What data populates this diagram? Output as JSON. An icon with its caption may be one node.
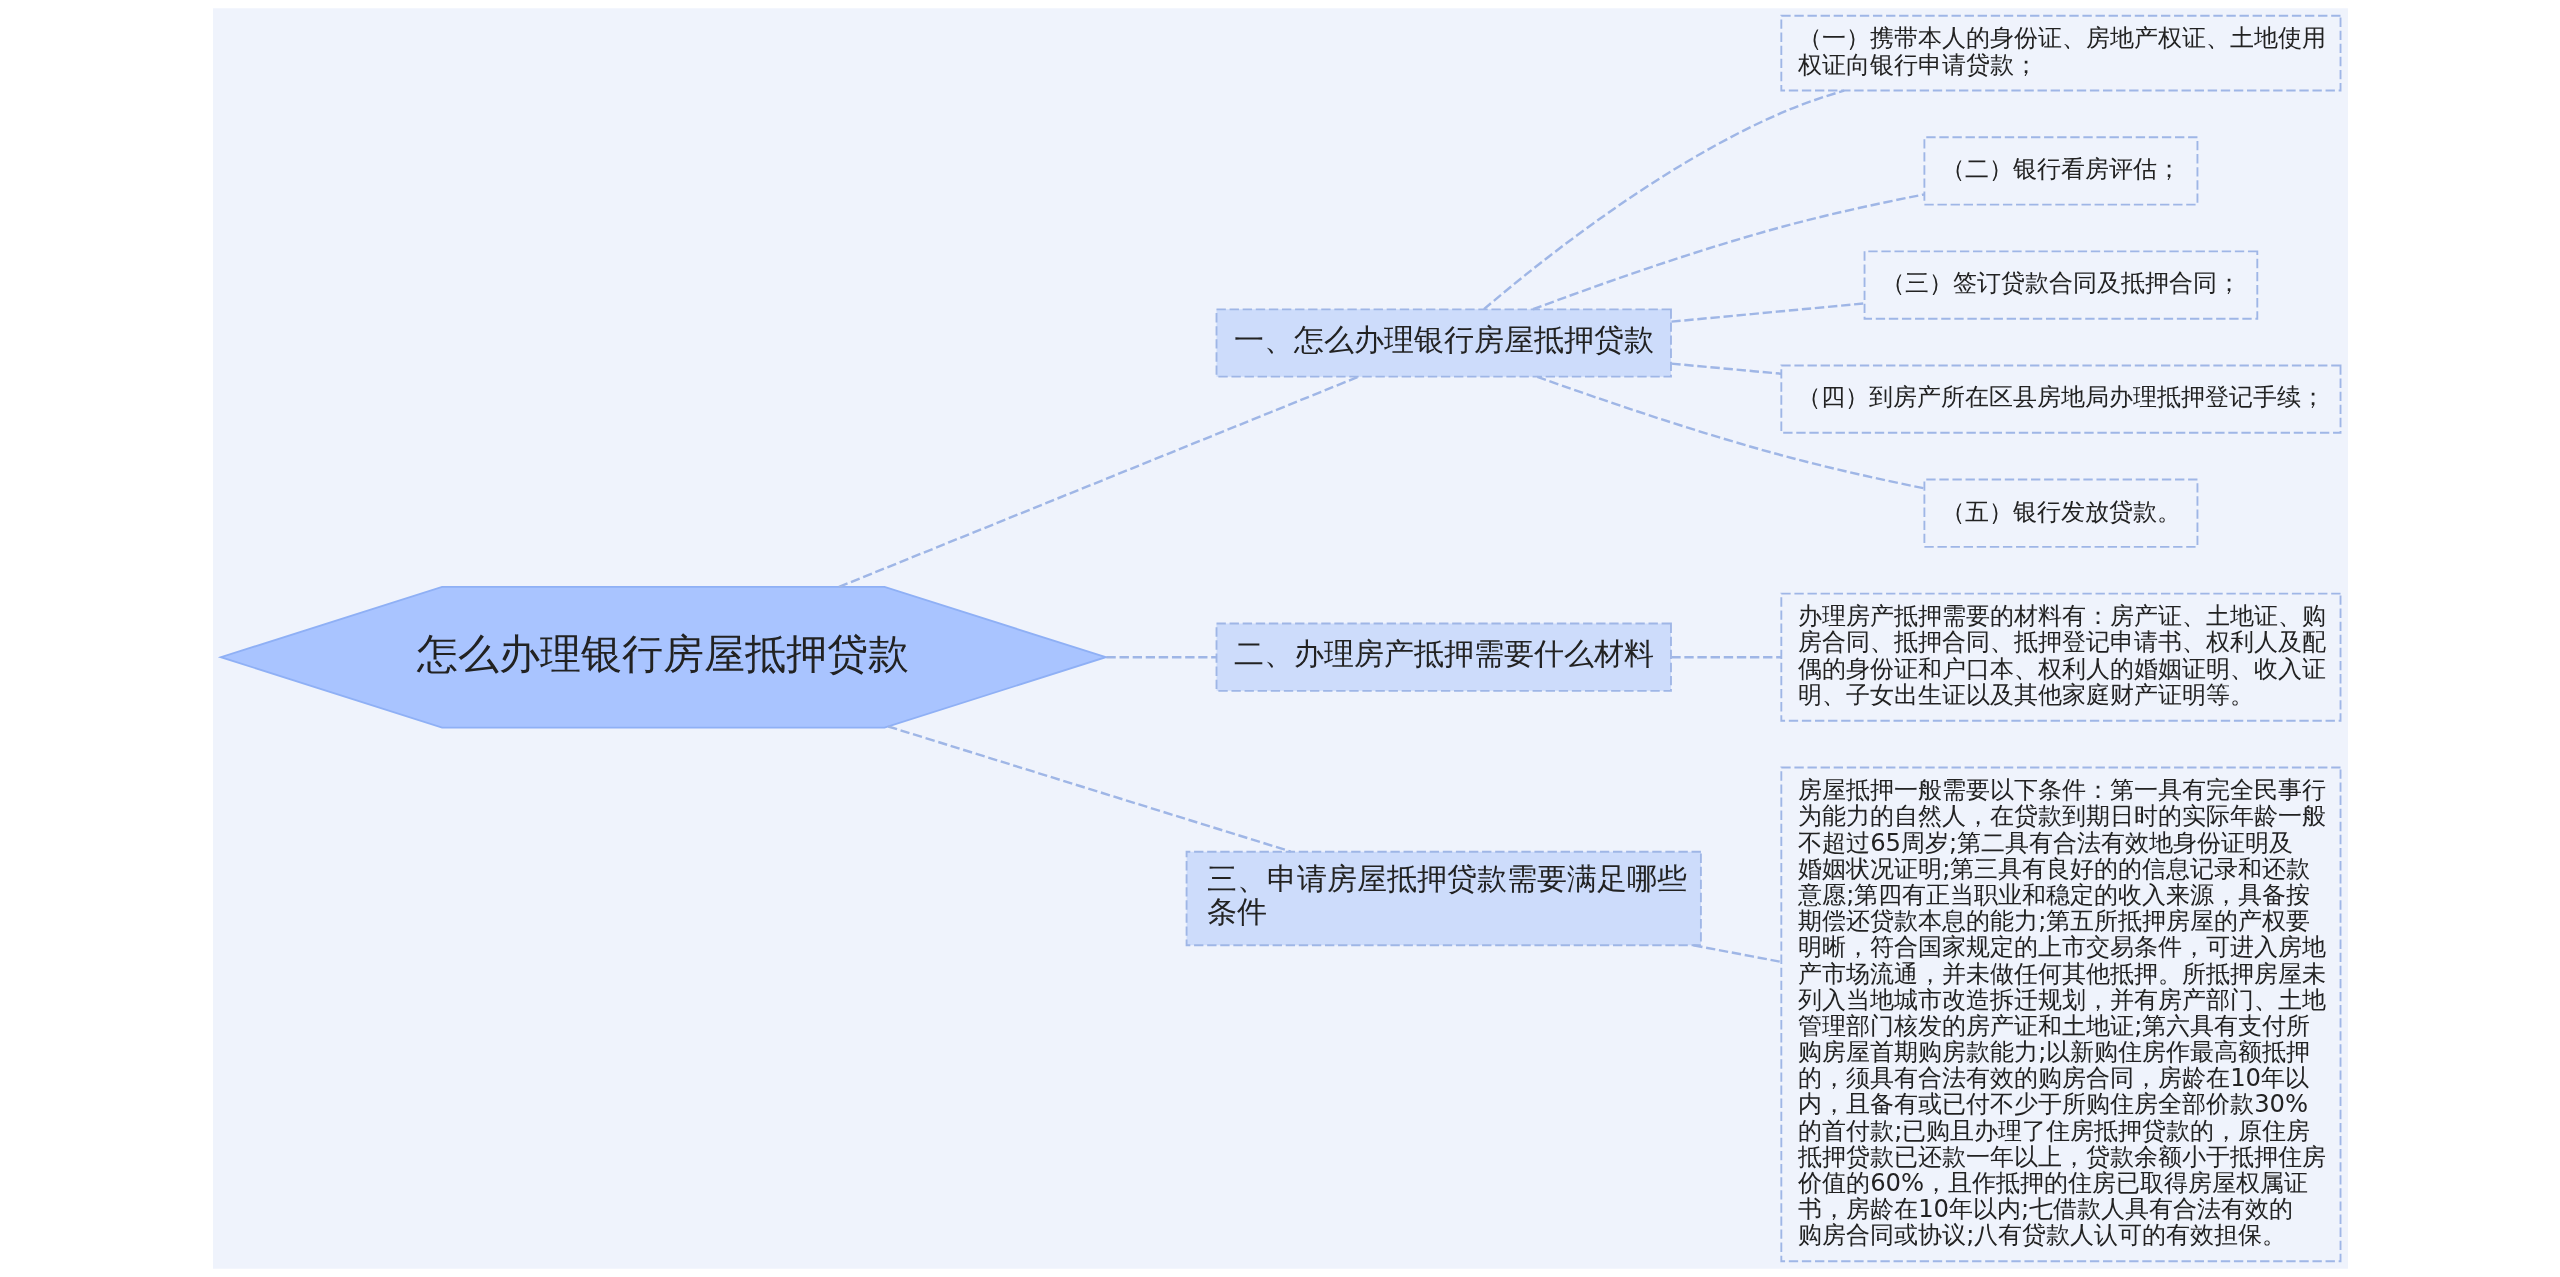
{
  "diagram": {
    "nodes": [
      {
        "text": [
          "怎么办理银行房屋抵押贷款"
        ]
      },
      {
        "text": [
          "一、怎么办理银行房屋抵押贷款"
        ]
      },
      {
        "text": [
          "（一）携带本人的身份证、房地产权证、土地使用权证向银行申请贷款；"
        ]
      },
      {
        "text": [
          "（二）银行看房评估；"
        ]
      },
      {
        "text": [
          "（三）签订贷款合同及抵押合同；"
        ]
      },
      {
        "text": [
          "（四）到房产所在区县房地局办理抵押登记手续；"
        ]
      },
      {
        "text": [
          "（五）银行发放贷款。"
        ]
      },
      {
        "text": [
          "二、办理房产抵押需要什么材料"
        ]
      },
      {
        "text": [
          "办理房产抵押需要的材料有：房产证、土地证、购房合同、抵押合同、抵押登记申请书、权利人及配偶的身份证和户口本、权利人的婚姻证明、收入证明、子女出生证以及其他家庭财产证明等。"
        ]
      },
      {
        "text": [
          "三、申请房屋抵押贷款需要满足哪些条件"
        ]
      },
      {
        "text": [
          "房屋抵押一般需要以下条件：第一具有完全民事行为能力的自然人，在贷款到期日时的实际年龄一般不超过65周岁;第二具有合法有效地身份证明及婚姻状况证明;第三具有良好的的信息记录和还款意愿;第四有正当职业和稳定的收入来源，具备按期偿还贷款本息的能力;第五所抵押房屋的产权要明晰，符合国家规定的上市交易条件，可进入房地产市场流通，并未做任何其他抵押。所抵押房屋未列入当地城市改造拆迁规划，并有房产部门、土地管理部门核发的房产证和土地证;第六具有支付所购房屋首期购房款能力;以新购住房作最高额抵押的，须具有合法有效的购房合同，房龄在10年以内，且备有或已付不少于所购住房全部价款30%的首付款;已购且办理了住房抵押贷款的，原住房抵押贷款已还款一年以上，贷款余额小于抵押住房价值的60%，且作抵押的住房已取得房屋权属证书，房龄在10年以内;七借款人具有合法有效的购房合同或协议;八有贷款人认可的有效担保。"
        ]
      }
    ],
    "edges": [
      {
        "from": 0,
        "to": 1,
        "arrow": "none"
      },
      {
        "from": 1,
        "to": 2,
        "arrow": "none"
      },
      {
        "from": 1,
        "to": 3,
        "arrow": "none"
      },
      {
        "from": 1,
        "to": 4,
        "arrow": "none"
      },
      {
        "from": 1,
        "to": 5,
        "arrow": "none"
      },
      {
        "from": 1,
        "to": 6,
        "arrow": "none"
      },
      {
        "from": 0,
        "to": 7,
        "arrow": "none"
      },
      {
        "from": 7,
        "to": 8,
        "arrow": "none"
      },
      {
        "from": 0,
        "to": 9,
        "arrow": "none"
      },
      {
        "from": 9,
        "to": 10,
        "arrow": "none"
      }
    ]
  }
}
